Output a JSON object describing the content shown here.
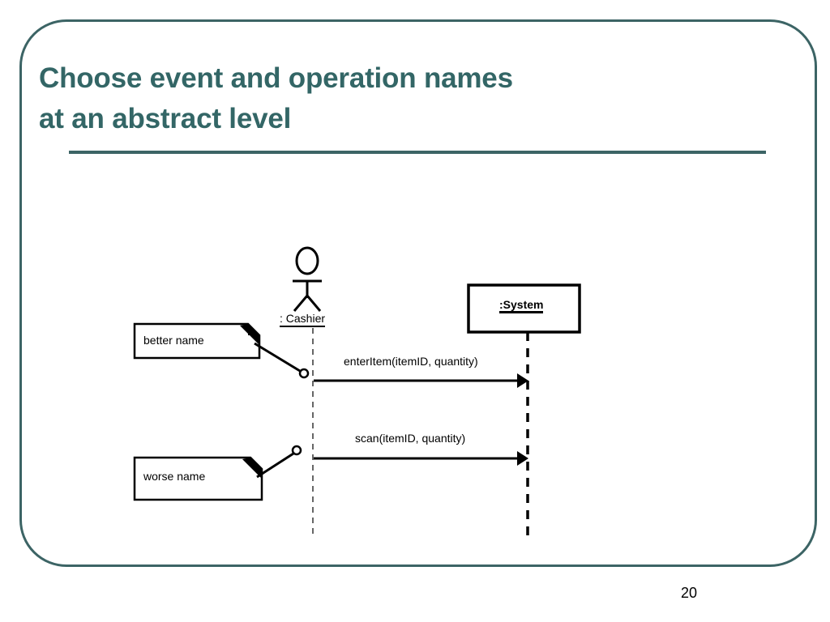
{
  "slide": {
    "title_line1": "Choose event and operation names",
    "title_line2": "at an abstract level",
    "page_number": "20",
    "accent_color": "#336666",
    "frame_border_color": "#3c6465",
    "background_color": "#ffffff"
  },
  "diagram": {
    "type": "uml-system-sequence-diagram",
    "actor": {
      "name": ": Cashier",
      "lifeline_style": "thin-dashed"
    },
    "system": {
      "name": ":System",
      "box_style": "solid-thick-border",
      "lifeline_style": "thick-dashed"
    },
    "messages": [
      {
        "label": "enterItem(itemID, quantity)",
        "from": "actor",
        "to": "system",
        "arrow": "solid-filled-head"
      },
      {
        "label": "scan(itemID, quantity)",
        "from": "actor",
        "to": "system",
        "arrow": "solid-filled-head"
      }
    ],
    "notes": [
      {
        "text": "better name",
        "anchored_to_message": "enterItem(itemID, quantity)",
        "connector": "line-with-open-circle"
      },
      {
        "text": "worse name",
        "anchored_to_message": "scan(itemID, quantity)",
        "connector": "line-with-open-circle"
      }
    ]
  }
}
